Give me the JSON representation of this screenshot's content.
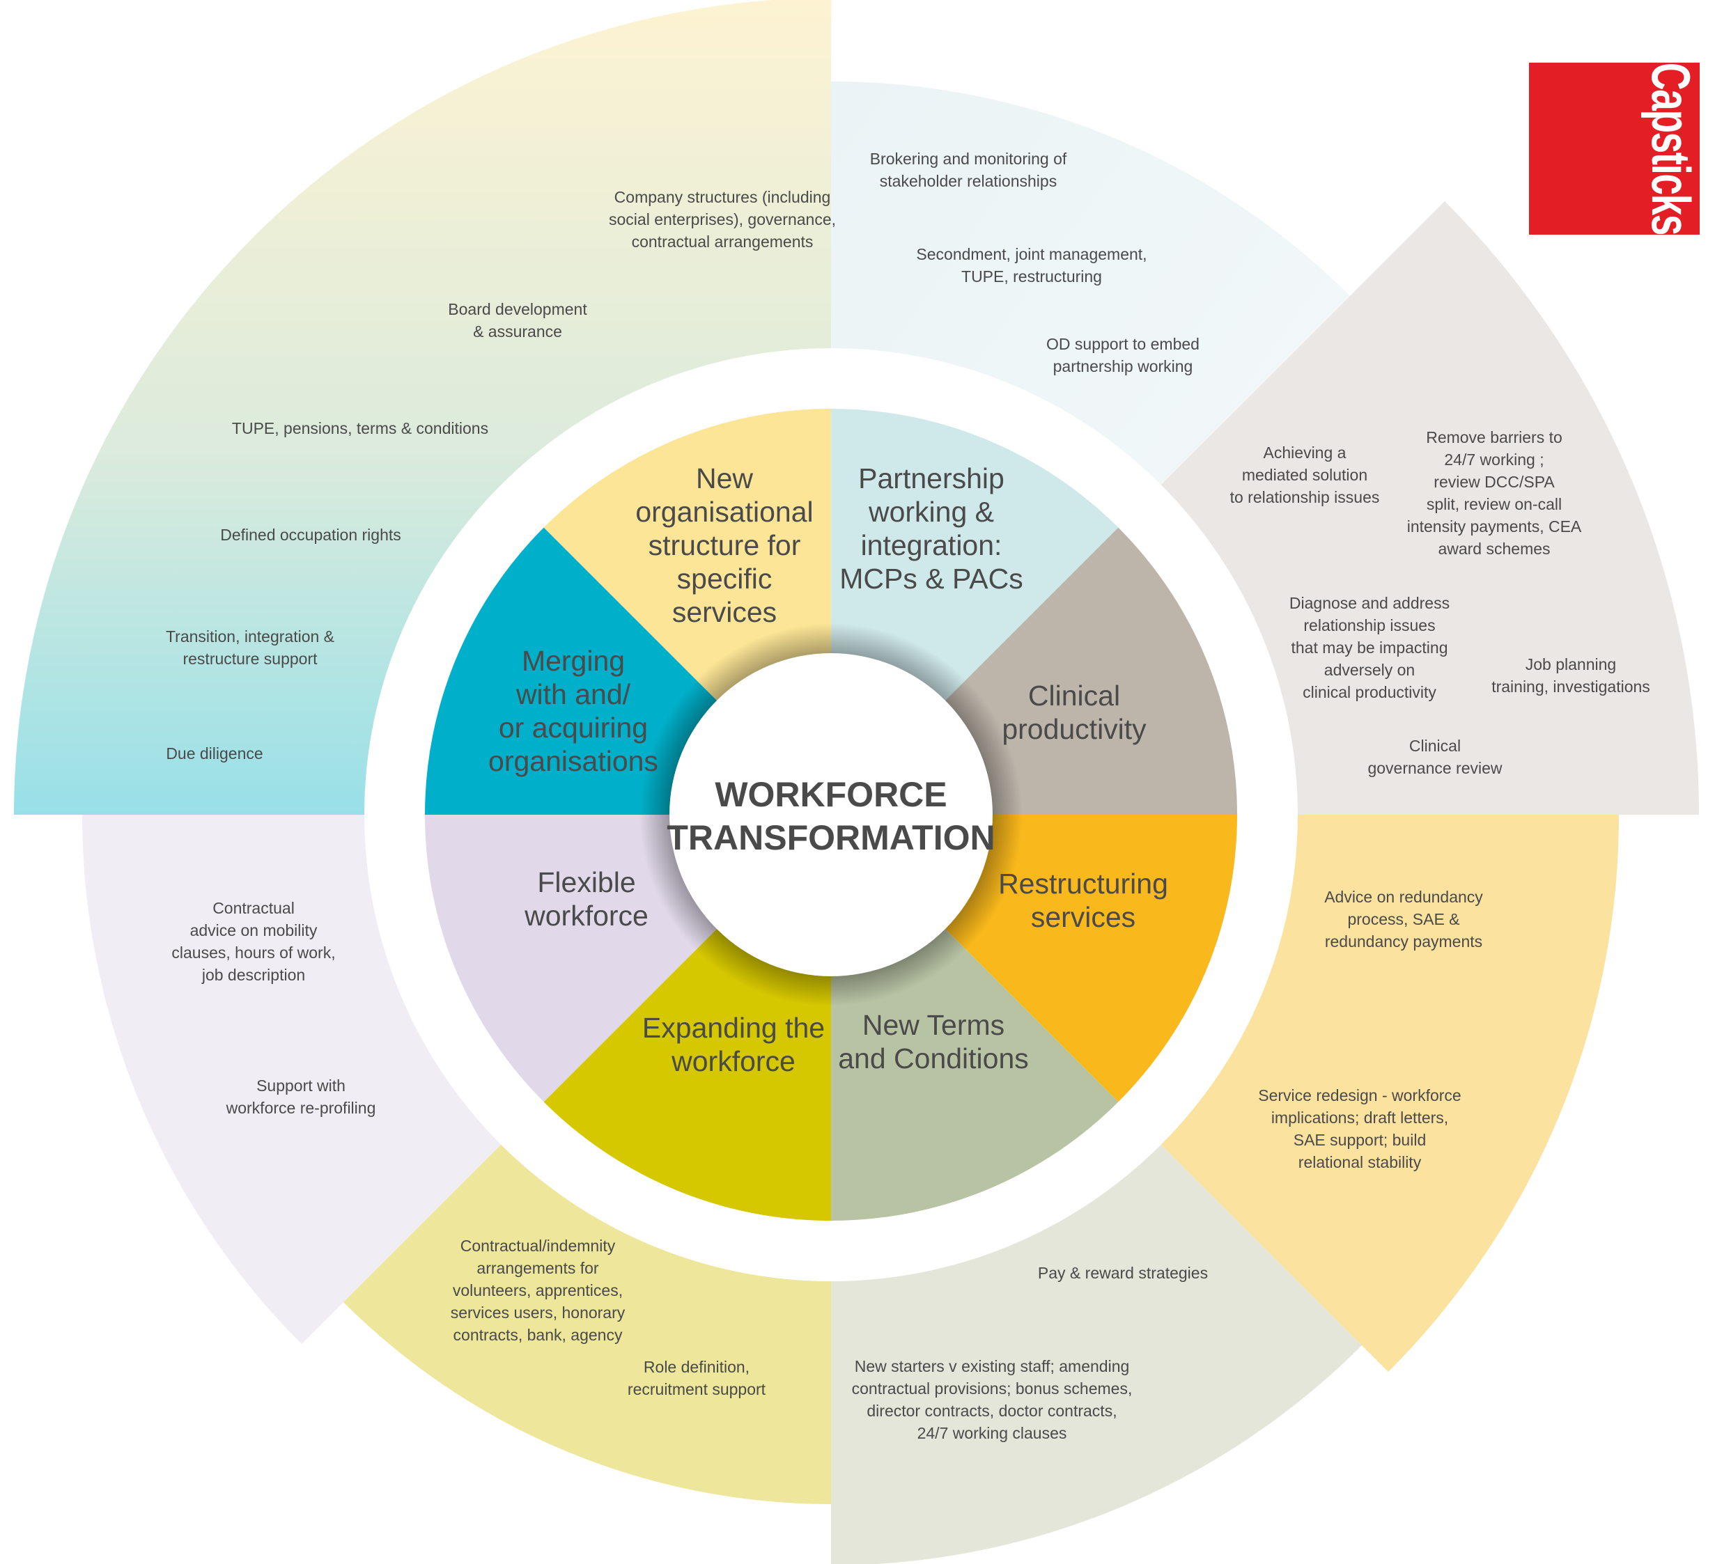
{
  "center": {
    "line1": "WORKFORCE",
    "line2": "TRANSFORMATION"
  },
  "logo": {
    "text": "Capsticks",
    "color": "#e31e24"
  },
  "segments": [
    {
      "id": "new-organisational-structure",
      "color": "#fce596",
      "lines": [
        "New",
        "organisational",
        "structure for",
        "specific",
        "services"
      ]
    },
    {
      "id": "partnership-working",
      "color": "#cfe8ea",
      "lines": [
        "Partnership",
        "working &",
        "integration:",
        "MCPs & PACs"
      ]
    },
    {
      "id": "clinical-productivity",
      "color": "#bdb5aa",
      "lines": [
        "Clinical",
        "productivity"
      ]
    },
    {
      "id": "restructuring-services",
      "color": "#f9b81b",
      "lines": [
        "Restructuring",
        "services"
      ]
    },
    {
      "id": "new-terms-and-conditions",
      "color": "#b8c3a4",
      "lines": [
        "New Terms",
        "and Conditions"
      ]
    },
    {
      "id": "expanding-the-workforce",
      "color": "#d5c700",
      "lines": [
        "Expanding the",
        "workforce"
      ]
    },
    {
      "id": "flexible-workforce",
      "color": "#e1d9ea",
      "lines": [
        "Flexible",
        "workforce"
      ]
    },
    {
      "id": "merging-acquiring",
      "color": "#00b0ca",
      "lines": [
        "Merging",
        "with and/",
        "or acquiring",
        "organisations"
      ]
    }
  ],
  "annotations": [
    {
      "id": "company-structures",
      "lines": [
        "Company structures (including",
        "social enterprises), governance,",
        "contractual arrangements"
      ]
    },
    {
      "id": "board-development",
      "lines": [
        "Board development",
        "& assurance"
      ]
    },
    {
      "id": "tupe-pensions",
      "lines": [
        "TUPE, pensions, terms & conditions"
      ]
    },
    {
      "id": "defined-occupation",
      "lines": [
        "Defined occupation rights"
      ]
    },
    {
      "id": "transition-integration",
      "lines": [
        "Transition, integration &",
        "restructure support"
      ]
    },
    {
      "id": "due-diligence",
      "lines": [
        "Due diligence"
      ]
    },
    {
      "id": "brokering-monitoring",
      "lines": [
        "Brokering and monitoring of",
        "stakeholder relationships"
      ]
    },
    {
      "id": "secondment",
      "lines": [
        "Secondment, joint management,",
        "TUPE, restructuring"
      ]
    },
    {
      "id": "od-support",
      "lines": [
        "OD support to embed",
        "partnership working"
      ]
    },
    {
      "id": "mediated-solution",
      "lines": [
        "Achieving a",
        "mediated solution",
        "to relationship issues"
      ]
    },
    {
      "id": "remove-barriers",
      "lines": [
        "Remove barriers to",
        "24/7 working ;",
        "review DCC/SPA",
        "split, review on-call",
        "intensity payments, CEA",
        "award schemes"
      ]
    },
    {
      "id": "diagnose-address",
      "lines": [
        "Diagnose and address",
        "relationship issues",
        "that may be impacting",
        "adversely on",
        "clinical productivity"
      ]
    },
    {
      "id": "job-planning",
      "lines": [
        "Job planning",
        "training, investigations"
      ]
    },
    {
      "id": "clinical-governance",
      "lines": [
        "Clinical",
        "governance review"
      ]
    },
    {
      "id": "advice-redundancy",
      "lines": [
        "Advice on redundancy",
        "process, SAE &",
        "redundancy payments"
      ]
    },
    {
      "id": "service-redesign",
      "lines": [
        "Service redesign - workforce",
        "implications; draft letters,",
        "SAE support; build",
        "relational stability"
      ]
    },
    {
      "id": "pay-reward",
      "lines": [
        "Pay & reward strategies"
      ]
    },
    {
      "id": "new-starters",
      "lines": [
        "New starters v existing staff; amending",
        "contractual provisions; bonus schemes,",
        "director contracts, doctor contracts,",
        "24/7 working clauses"
      ]
    },
    {
      "id": "contractual-indemnity",
      "lines": [
        "Contractual/indemnity",
        "arrangements for",
        "volunteers, apprentices,",
        "services users, honorary",
        "contracts, bank, agency"
      ]
    },
    {
      "id": "role-definition",
      "lines": [
        "Role definition,",
        "recruitment support"
      ]
    },
    {
      "id": "contractual-advice-mobility",
      "lines": [
        "Contractual",
        "advice on mobility",
        "clauses, hours of work,",
        "job description"
      ]
    },
    {
      "id": "support-reprofiling",
      "lines": [
        "Support with",
        "workforce re-profiling"
      ]
    }
  ]
}
